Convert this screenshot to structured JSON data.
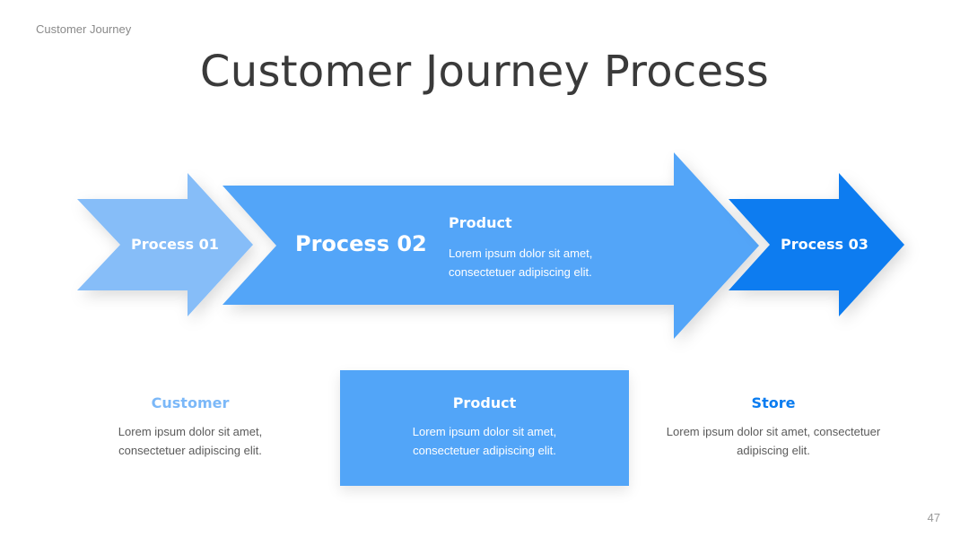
{
  "header": {
    "section_label": "Customer Journey",
    "title": "Customer Journey Process"
  },
  "arrows": {
    "process1": {
      "label": "Process 01",
      "color": "#86bdf8"
    },
    "process2": {
      "label": "Process 02",
      "heading": "Product",
      "body_line1": "Lorem ipsum dolor sit amet,",
      "body_line2": "consectetuer adipiscing elit.",
      "color": "#52a5f8"
    },
    "process3": {
      "label": "Process 03",
      "color": "#0a7cf0"
    }
  },
  "cards": {
    "customer": {
      "heading": "Customer",
      "line1": "Lorem ipsum dolor sit amet,",
      "line2": "consectetuer adipiscing elit.",
      "color": "#7bb8f8"
    },
    "product": {
      "heading": "Product",
      "line1": "Lorem ipsum dolor sit amet,",
      "line2": "consectetuer adipiscing elit.",
      "color": "#52a5f8"
    },
    "store": {
      "heading": "Store",
      "line1": "Lorem ipsum dolor sit amet, consectetuer",
      "line2": "adipiscing elit.",
      "color": "#0a7cf0"
    }
  },
  "footer": {
    "page_number": "47"
  }
}
